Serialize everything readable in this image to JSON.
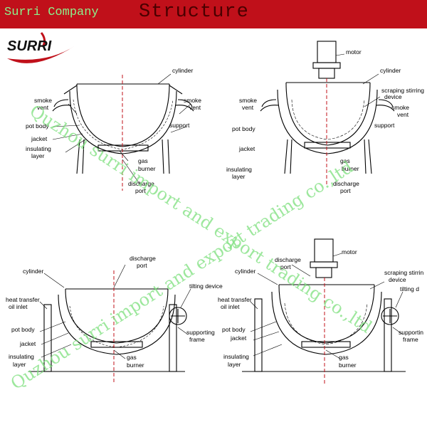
{
  "header": {
    "company": "Surri Company",
    "title": "Structure"
  },
  "logo": {
    "text": "SURRI"
  },
  "labels": {
    "cylinder": "cylinder",
    "smoke": "smoke",
    "vent": "vent",
    "pot_body": "pot body",
    "jacket": "jacket",
    "insulating": "insulating",
    "layer": "layer",
    "gas": "gas",
    "burner": "burner",
    "discharge": "discharge",
    "port": "port",
    "support": "support",
    "motor": "motor",
    "scraping_stirring": "scraping stirring",
    "scraping_stirrin": "scraping stirrin",
    "device": "device",
    "tilting_device": "tilting device",
    "tilting_d": "tilting d",
    "heat_transfer": "heat transfer",
    "oil_inlet": "oil inlet",
    "supporting": "supporting",
    "supportin": "supportin",
    "frame": "frame"
  },
  "watermark": {
    "line1": "Quzhou surri import and export trading co.,ltd",
    "line2": "Quzhou surri import and export trading co.,ltd"
  },
  "colors": {
    "header": "#c0101a",
    "watermark": "#7de07d",
    "title": "#4a0000",
    "company": "#8cf08c"
  }
}
